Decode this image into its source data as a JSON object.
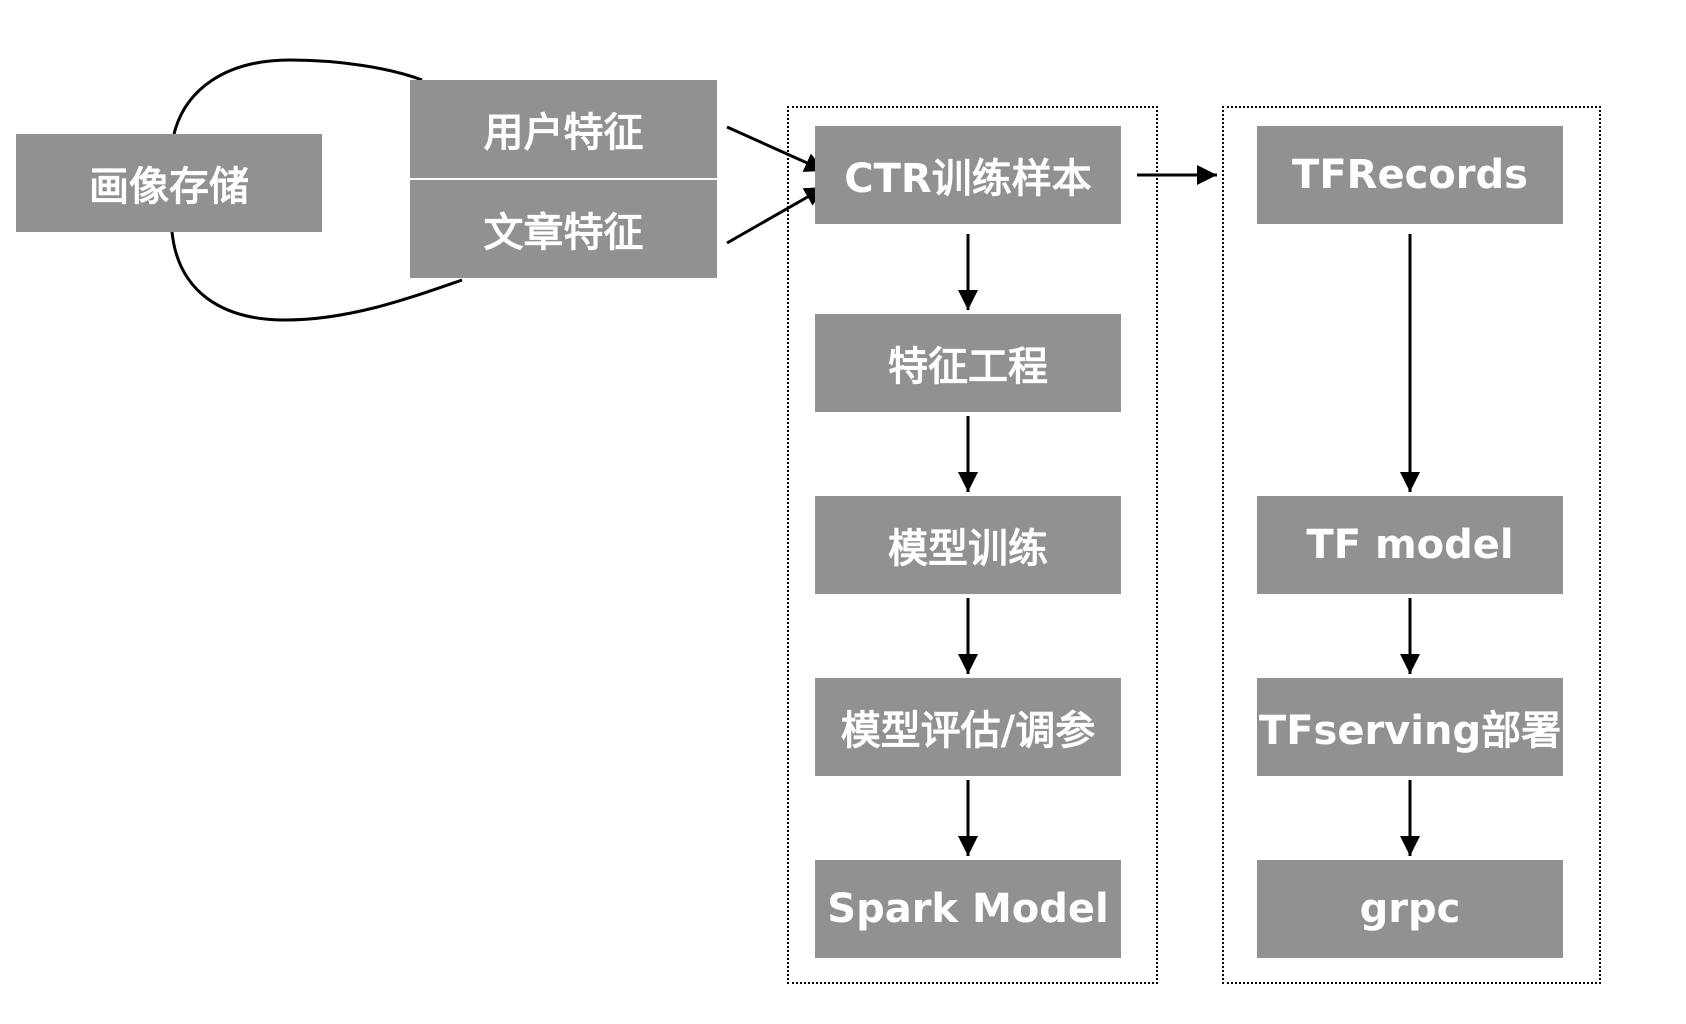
{
  "diagram": {
    "nodes": {
      "portrait_storage": "画像存储",
      "user_features": "用户特征",
      "article_features": "文章特征",
      "ctr_samples": "CTR训练样本",
      "feature_engineering": "特征工程",
      "model_training": "模型训练",
      "model_eval": "模型评估/调参",
      "spark_model": "Spark Model",
      "tfrecords": "TFRecords",
      "tf_model": "TF model",
      "tfserving": "TFserving部署",
      "grpc": "grpc"
    },
    "groups": [
      "spark-pipeline",
      "tensorflow-pipeline"
    ],
    "edges": [
      {
        "from": "portrait_storage",
        "to": "user_features",
        "style": "curve"
      },
      {
        "from": "portrait_storage",
        "to": "article_features",
        "style": "curve"
      },
      {
        "from": "user_features",
        "to": "ctr_samples",
        "style": "arrow"
      },
      {
        "from": "article_features",
        "to": "ctr_samples",
        "style": "arrow"
      },
      {
        "from": "ctr_samples",
        "to": "tfrecords",
        "style": "arrow"
      },
      {
        "from": "ctr_samples",
        "to": "feature_engineering",
        "style": "arrow"
      },
      {
        "from": "feature_engineering",
        "to": "model_training",
        "style": "arrow"
      },
      {
        "from": "model_training",
        "to": "model_eval",
        "style": "arrow"
      },
      {
        "from": "model_eval",
        "to": "spark_model",
        "style": "arrow"
      },
      {
        "from": "tfrecords",
        "to": "tf_model",
        "style": "arrow"
      },
      {
        "from": "tf_model",
        "to": "tfserving",
        "style": "arrow"
      },
      {
        "from": "tfserving",
        "to": "grpc",
        "style": "arrow"
      }
    ]
  }
}
